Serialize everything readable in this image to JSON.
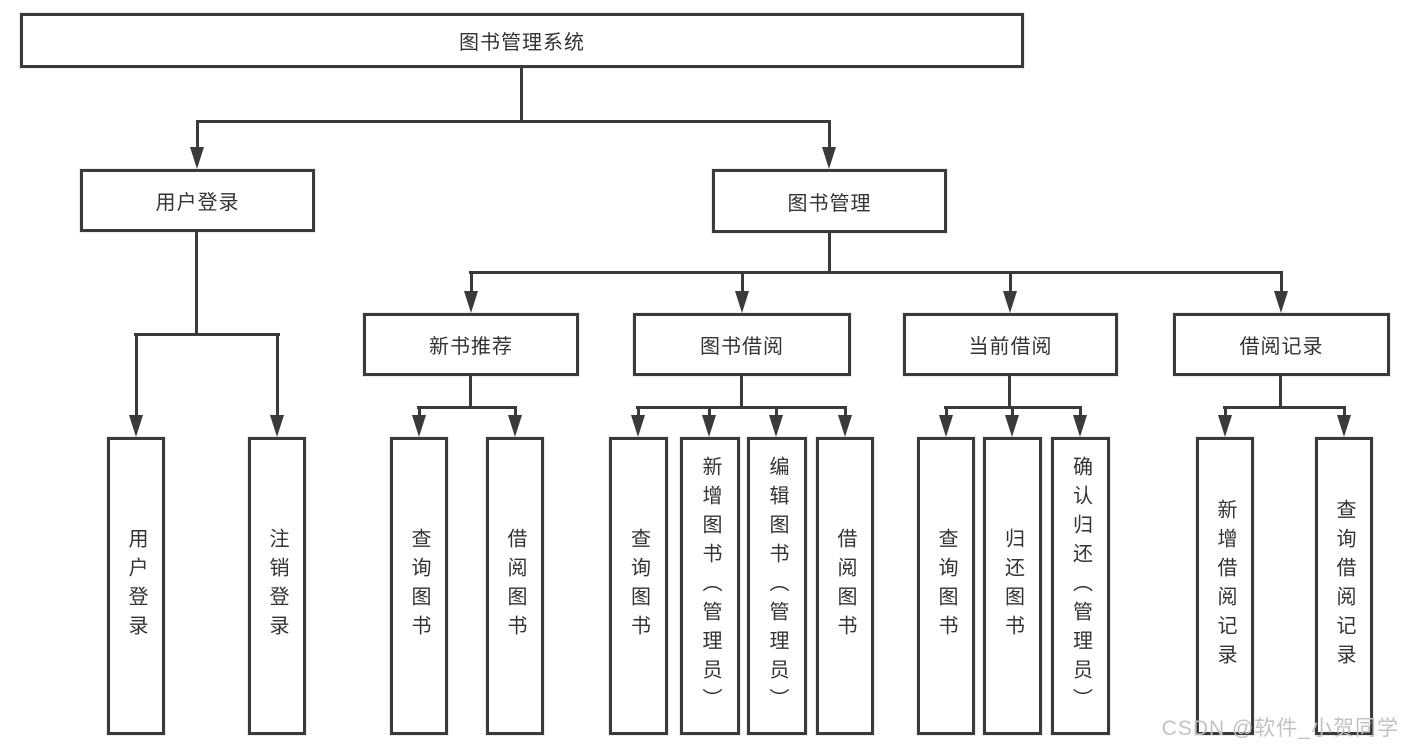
{
  "tree": {
    "label": "图书管理系统",
    "children": [
      {
        "label": "用户登录",
        "children": [
          {
            "label": "用户登录"
          },
          {
            "label": "注销登录"
          }
        ]
      },
      {
        "label": "图书管理",
        "children": [
          {
            "label": "新书推荐",
            "children": [
              {
                "label": "查询图书"
              },
              {
                "label": "借阅图书"
              }
            ]
          },
          {
            "label": "图书借阅",
            "children": [
              {
                "label": "查询图书"
              },
              {
                "label": "新增图书（管理员）"
              },
              {
                "label": "编辑图书（管理员）"
              },
              {
                "label": "借阅图书"
              }
            ]
          },
          {
            "label": "当前借阅",
            "children": [
              {
                "label": "查询图书"
              },
              {
                "label": "归还图书"
              },
              {
                "label": "确认归还（管理员）"
              }
            ]
          },
          {
            "label": "借阅记录",
            "children": [
              {
                "label": "新增借阅记录"
              },
              {
                "label": "查询借阅记录"
              }
            ]
          }
        ]
      }
    ]
  },
  "watermark": {
    "text": "CSDN @软件_小贺同学"
  },
  "colors": {
    "line": "#3a3a3a",
    "text": "#333333",
    "watermark": "#c6c1c1",
    "box_background": "#ffffff"
  }
}
